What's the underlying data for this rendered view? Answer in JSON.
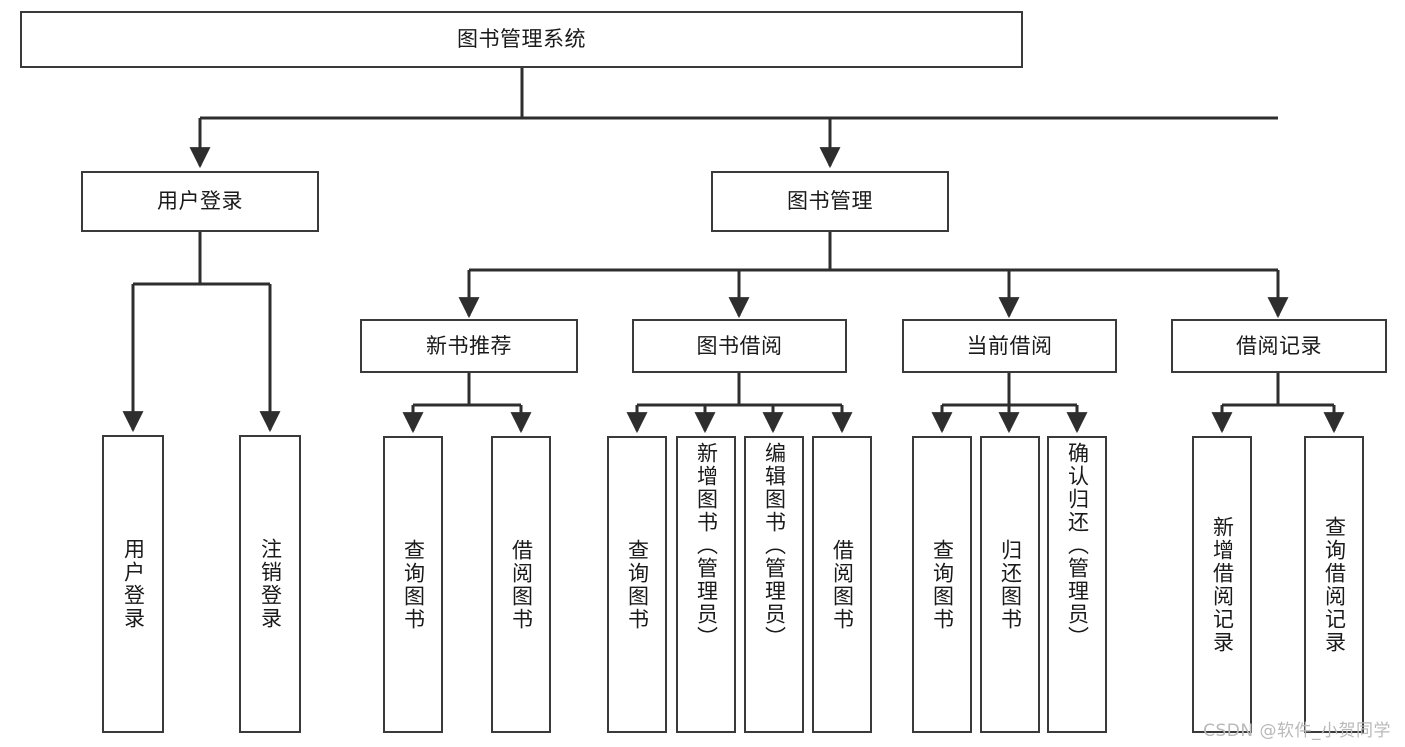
{
  "diagram": {
    "type": "tree-hierarchy",
    "title": "图书管理系统",
    "watermark": "CSDN @软件_小贺同学",
    "colors": {
      "box_border": "#3a3a3a",
      "box_fill": "#ffffff",
      "connector": "#2e2e2e",
      "text": "#1a1a1a",
      "watermark": "#b9b9b9",
      "background": "#ffffff"
    },
    "levels": {
      "root": {
        "id": "root",
        "label": "图书管理系统"
      },
      "level1": [
        {
          "id": "user-login",
          "label": "用户登录"
        },
        {
          "id": "book-manage",
          "label": "图书管理"
        }
      ],
      "level2": [
        {
          "id": "new-book-rec",
          "label": "新书推荐",
          "parent": "book-manage"
        },
        {
          "id": "book-borrow",
          "label": "图书借阅",
          "parent": "book-manage"
        },
        {
          "id": "current-borrow",
          "label": "当前借阅",
          "parent": "book-manage"
        },
        {
          "id": "borrow-record",
          "label": "借阅记录",
          "parent": "book-manage"
        }
      ],
      "leaves": {
        "user_login": [
          {
            "id": "leaf-user-login",
            "label": "用户登录"
          },
          {
            "id": "leaf-logout",
            "label": "注销登录"
          }
        ],
        "new_book_rec": [
          {
            "id": "leaf-query-book-1",
            "label": "查询图书"
          },
          {
            "id": "leaf-borrow-book-1",
            "label": "借阅图书"
          }
        ],
        "book_borrow": [
          {
            "id": "leaf-query-book-2",
            "label": "查询图书"
          },
          {
            "id": "leaf-add-book",
            "label": "新增图书（管理员）"
          },
          {
            "id": "leaf-edit-book",
            "label": "编辑图书（管理员）"
          },
          {
            "id": "leaf-borrow-book-2",
            "label": "借阅图书"
          }
        ],
        "current_borrow": [
          {
            "id": "leaf-query-book-3",
            "label": "查询图书"
          },
          {
            "id": "leaf-return-book",
            "label": "归还图书"
          },
          {
            "id": "leaf-confirm-return",
            "label": "确认归还（管理员）"
          }
        ],
        "borrow_record": [
          {
            "id": "leaf-add-record",
            "label": "新增借阅记录"
          },
          {
            "id": "leaf-query-record",
            "label": "查询借阅记录"
          }
        ]
      }
    }
  }
}
